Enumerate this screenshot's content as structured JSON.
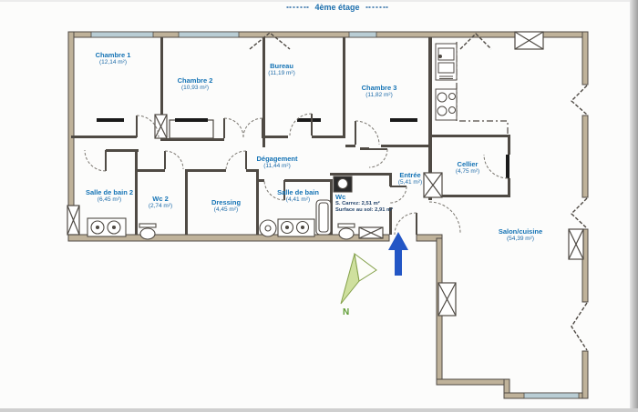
{
  "title": "4ème étage",
  "rooms": {
    "chambre1": {
      "name": "Chambre 1",
      "area": "(12,14 m²)"
    },
    "chambre2": {
      "name": "Chambre 2",
      "area": "(10,93 m²)"
    },
    "bureau": {
      "name": "Bureau",
      "area": "(11,19 m²)"
    },
    "chambre3": {
      "name": "Chambre 3",
      "area": "(11,82 m²)"
    },
    "degagement": {
      "name": "Dégagement",
      "area": "(11,44 m²)"
    },
    "sdb2": {
      "name": "Salle de bain 2",
      "area": "(6,45 m²)"
    },
    "wc2": {
      "name": "Wc 2",
      "area": "(2,74 m²)"
    },
    "dressing": {
      "name": "Dressing",
      "area": "(4,45 m²)"
    },
    "sdb": {
      "name": "Salle de bain",
      "area": "(4,41 m²)"
    },
    "wc": {
      "name": "Wc",
      "carrez": "S. Carrez: 2,51 m²",
      "surface": "Surface au sol: 2,91 m²"
    },
    "entree": {
      "name": "Entrée",
      "area": "(5,41 m²)"
    },
    "cellier": {
      "name": "Cellier",
      "area": "(4,75 m²)"
    },
    "salon": {
      "name": "Salon/cuisine",
      "area": "(54,39 m²)"
    }
  },
  "compass": {
    "label": "N"
  },
  "colors": {
    "label_blue": "#1473b5",
    "wall": "#4f4a44",
    "wall_fill": "#bfb29a",
    "window": "#b9cdd4",
    "entrance_arrow": "#2356c5",
    "compass_green": "#85a14b"
  }
}
